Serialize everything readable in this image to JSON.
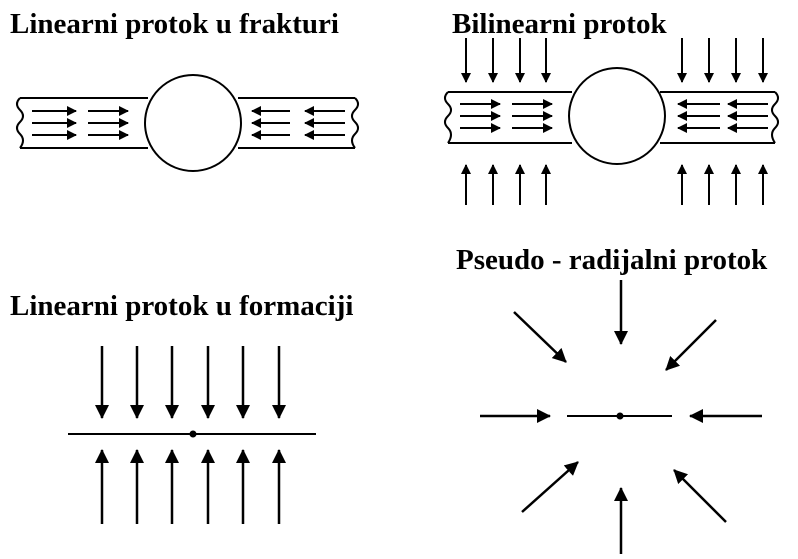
{
  "panels": {
    "fracture_linear": {
      "title": "Linearni protok u frakturi"
    },
    "bilinear": {
      "title": "Bilinearni protok"
    },
    "formation_linear": {
      "title": "Linearni protok u formaciji"
    },
    "pseudo_radial": {
      "title": "Pseudo - radijalni protok"
    }
  },
  "colors": {
    "ink": "#000000",
    "background": "#ffffff"
  }
}
